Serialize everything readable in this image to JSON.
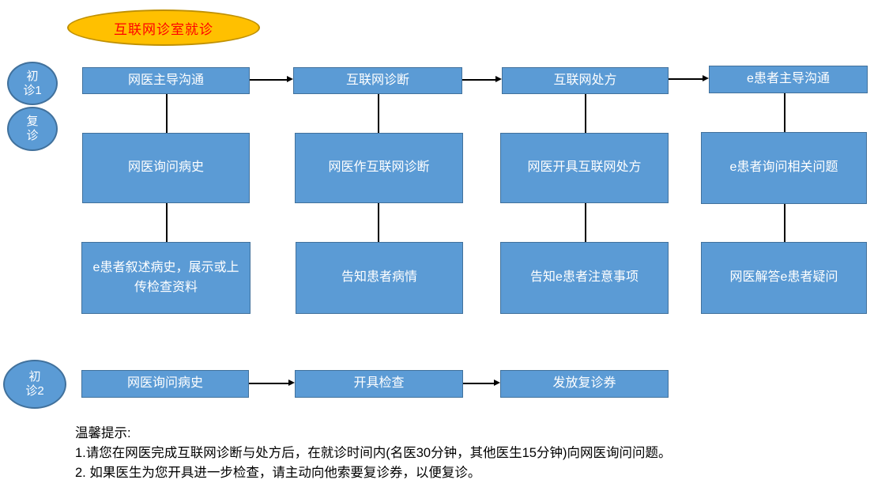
{
  "title_ellipse": {
    "label": "互联网诊室就诊"
  },
  "side_labels": {
    "first_visit_1": "初\n诊1",
    "revisit": "复\n诊",
    "first_visit_2": "初\n诊2"
  },
  "flow": {
    "row1": [
      "网医主导沟通",
      "互联网诊断",
      "互联网处方",
      "e患者主导沟通"
    ],
    "row2": [
      "网医询问病史",
      "网医作互联网诊断",
      "网医开具互联网处方",
      "e患者询问相关问题"
    ],
    "row3": [
      "e患者叙述病史，展示或上传检查资料",
      "告知患者病情",
      "告知e患者注意事项",
      "网医解答e患者疑问"
    ],
    "row4": [
      "网医询问病史",
      "开具检查",
      "发放复诊券"
    ]
  },
  "notes": {
    "heading": "温馨提示:",
    "line1": "1.请您在网医完成互联网诊断与处方后，在就诊时间内(名医30分钟，其他医生15分钟)向网医询问问题。",
    "line2": "2. 如果医生为您开具进一步检查，请主动向他索要复诊券，以便复诊。"
  },
  "colors": {
    "box_fill": "#5b9bd5",
    "box_border": "#41719c",
    "ellipse_fill": "#ffc000",
    "ellipse_border": "#bf9000",
    "title_text": "#ff0000",
    "connector": "#000000",
    "note_text": "#000000"
  }
}
